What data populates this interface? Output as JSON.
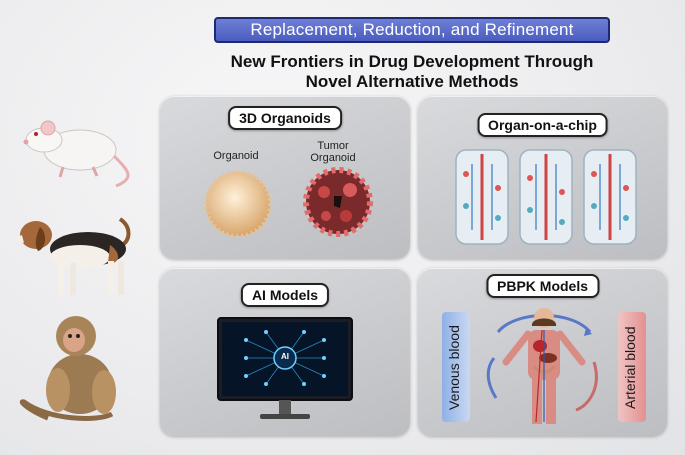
{
  "header": {
    "banner": "Replacement, Reduction, and Refinement",
    "subtitle_line1": "New Frontiers in Drug Development Through",
    "subtitle_line2": "Novel Alternative Methods"
  },
  "panels": {
    "organoids": {
      "title": "3D Organoids",
      "organoid_label": "Organoid",
      "tumor_label_line1": "Tumor",
      "tumor_label_line2": "Organoid"
    },
    "organ_chip": {
      "title": "Organ-on-a-chip"
    },
    "ai": {
      "title": "AI Models",
      "screen_label": "AI"
    },
    "pbpk": {
      "title": "PBPK Models",
      "left_label": "Venous blood",
      "right_label": "Arterial blood"
    }
  },
  "colors": {
    "banner_fill": "#5466c8",
    "venous": "#7ea0dc",
    "arterial": "#e08a8a"
  },
  "icons": [
    "mouse-illustration",
    "beagle-illustration",
    "monkey-illustration",
    "human-body-illustration",
    "monitor-icon"
  ]
}
